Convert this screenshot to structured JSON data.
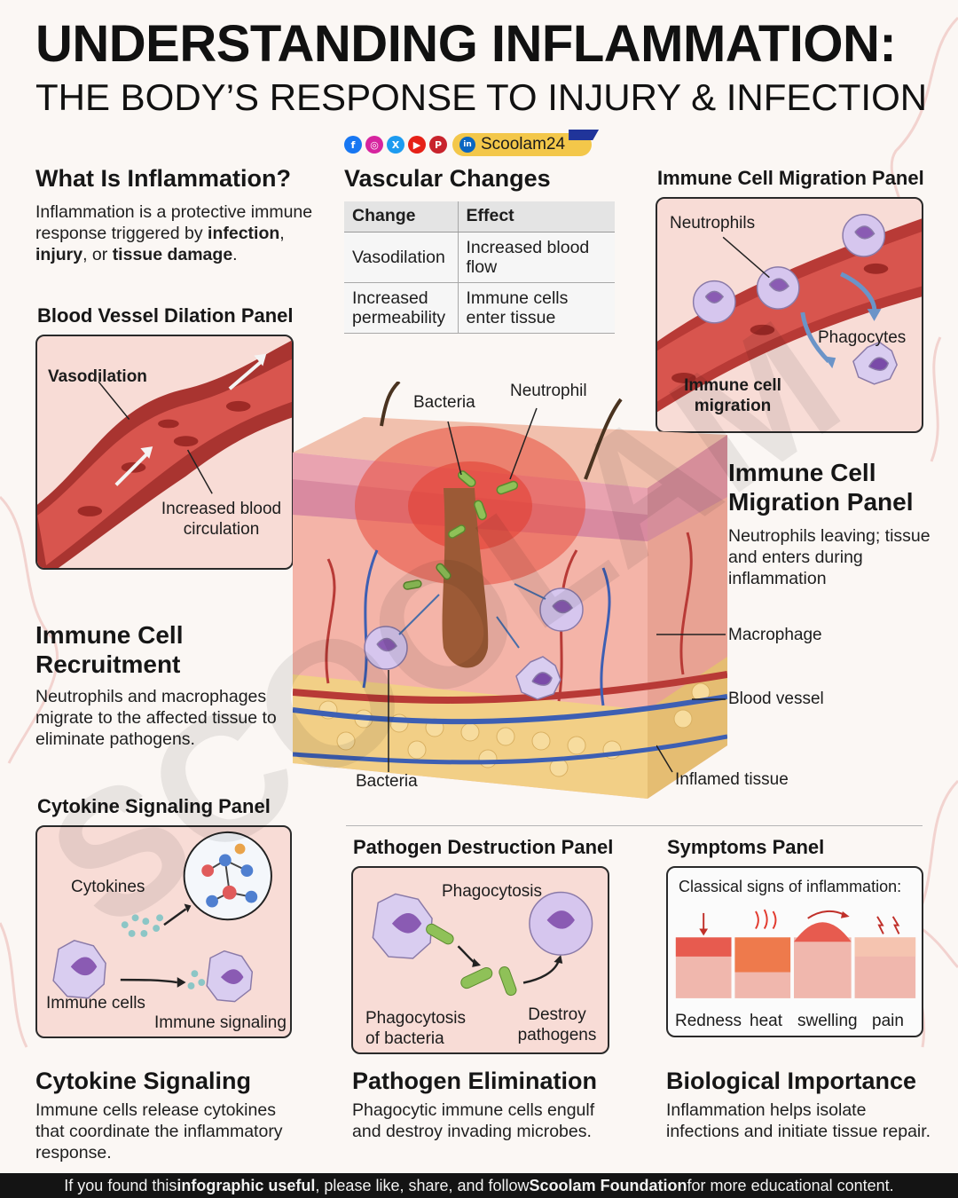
{
  "header": {
    "title": "UNDERSTANDING INFLAMMATION:",
    "subtitle": "THE BODY’S RESPONSE TO INJURY & INFECTION",
    "brand": "Scoolam24",
    "social_icons": [
      "facebook-icon",
      "instagram-icon",
      "x-icon",
      "youtube-icon",
      "pinterest-icon",
      "linkedin-icon"
    ]
  },
  "what_is": {
    "heading": "What Is Inflammation?",
    "text_1": "Inflammation is a protective immune response triggered by ",
    "bold_1": "infection",
    "text_2": ", ",
    "bold_2": "injury",
    "text_3": ", or ",
    "bold_3": "tissue damage",
    "text_4": "."
  },
  "vascular": {
    "heading": "Vascular Changes",
    "col_change": "Change",
    "col_effect": "Effect",
    "rows": [
      {
        "change": "Vasodilation",
        "effect": "Increased blood flow"
      },
      {
        "change": "Increased permeability",
        "effect": "Immune cells enter tissue"
      }
    ]
  },
  "migration_panel": {
    "heading": "Immune Cell Migration Panel",
    "label_neutrophils": "Neutrophils",
    "label_phagocytes": "Phagocytes",
    "label_migration": "Immune cell migration"
  },
  "dilation_panel": {
    "heading": "Blood Vessel Dilation Panel",
    "label_vasodilation": "Vasodilation",
    "label_circulation": "Increased blood circulation"
  },
  "center": {
    "label_bacteria_top": "Bacteria",
    "label_neutrophil": "Neutrophil",
    "label_macrophage": "Macrophage",
    "label_blood_vessel": "Blood vessel",
    "label_inflamed": "Inflamed tissue",
    "label_bacteria_bottom": "Bacteria"
  },
  "migration_side": {
    "heading": "Immune Cell Migration Panel",
    "text": "Neutrophils leaving; tissue and enters during inflammation"
  },
  "recruitment": {
    "heading": "Immune Cell Recruitment",
    "text": "Neutrophils and macrophages migrate to the affected tissue to eliminate pathogens."
  },
  "cytokine_panel": {
    "heading": "Cytokine Signaling Panel",
    "label_cytokines": "Cytokines",
    "label_immune_cells": "Immune cells",
    "label_signaling": "Immune signaling"
  },
  "pathogen_panel": {
    "heading": "Pathogen Destruction Panel",
    "label_phagocytosis": "Phagocytosis",
    "label_phago_bacteria": "Phagocytosis of bacteria",
    "label_destroy": "Destroy pathogens"
  },
  "symptoms_panel": {
    "heading": "Symptoms Panel",
    "caption": "Classical signs of inflammation:",
    "signs": [
      "Redness",
      "heat",
      "swelling",
      "pain"
    ]
  },
  "cytokine_section": {
    "heading": "Cytokine Signaling",
    "text": "Immune cells release cytokines that coordinate the inflammatory response."
  },
  "elimination_section": {
    "heading": "Pathogen Elimination",
    "text": "Phagocytic immune cells engulf and destroy invading microbes."
  },
  "importance_section": {
    "heading": "Biological Importance",
    "text": "Inflammation helps isolate infections and initiate tissue repair."
  },
  "footer": {
    "t1": "If you found this ",
    "b1": "infographic useful",
    "t2": ", please like, share, and follow ",
    "b2": "Scoolam Foundation",
    "t3": " for more educational content."
  },
  "watermark": "SCOOLAM",
  "colors": {
    "vessel": "#b83a36",
    "panel_bg": "#f8dcd6",
    "cell": "#c9b6e6",
    "nucleus": "#8a5bb3",
    "bacteria": "#8fc158",
    "fat": "#f2cf86",
    "footer_bg": "#141414"
  }
}
